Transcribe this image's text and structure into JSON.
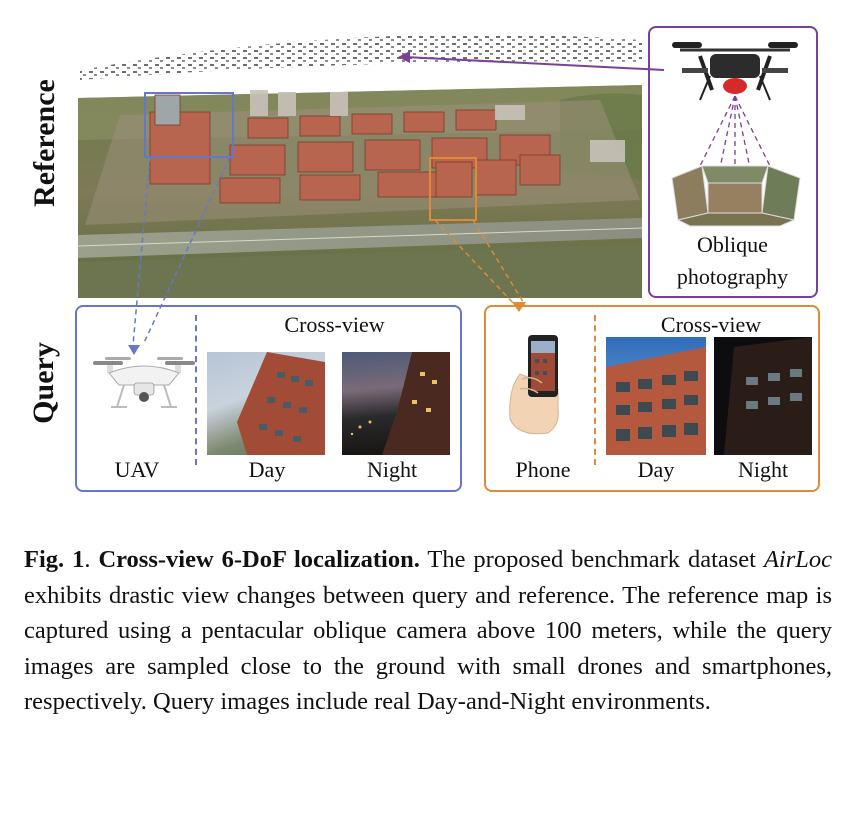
{
  "labels": {
    "reference": "Reference",
    "query": "Query",
    "oblique_line1": "Oblique",
    "oblique_line2": "photography",
    "cross_view_left": "Cross-view",
    "cross_view_right": "Cross-view",
    "uav": "UAV",
    "day_left": "Day",
    "night_left": "Night",
    "phone": "Phone",
    "day_right": "Day",
    "night_right": "Night"
  },
  "caption": {
    "fig_label": "Fig. 1",
    "sep": ". ",
    "title": "Cross-view 6-DoF localization.",
    "text_a": " The proposed benchmark dataset ",
    "dataset": "AirLoc",
    "text_b": " exhibits drastic view changes between query and reference. The reference map is captured using a pentacular oblique camera above 100 meters, while the query images are sampled close to the ground with small drones and smartphones, respectively.  Query images include real Day-and-Night environments."
  },
  "colors": {
    "oblique_border": "#7b3f98",
    "uav_border": "#6677c9",
    "phone_border": "#e08a35"
  }
}
